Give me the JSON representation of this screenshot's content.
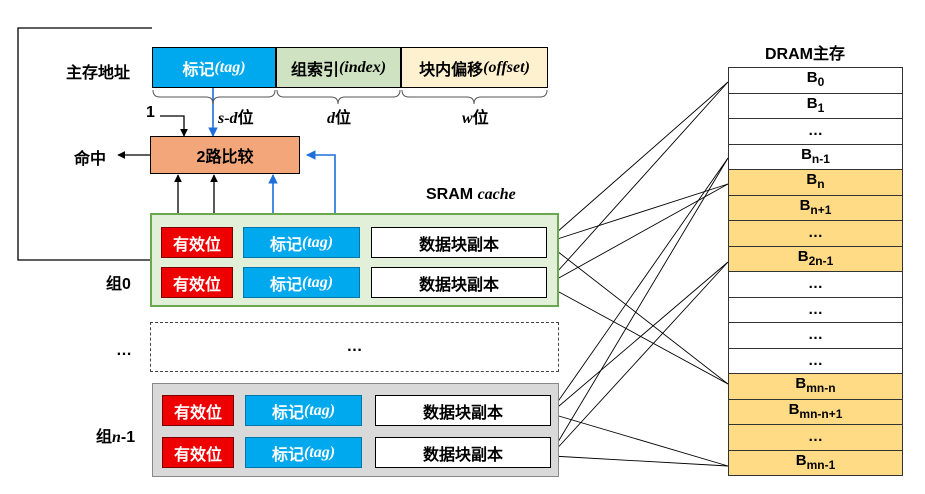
{
  "address": {
    "label": "主存地址",
    "tag_text": "标记 ",
    "tag_var": "(tag)",
    "index_text": "组索引",
    "index_var": "(index)",
    "offset_text": "块内偏移",
    "offset_var": "(offset)",
    "sd_var": "s-d",
    "sd_unit": "位",
    "d_var": "d",
    "d_unit": "位",
    "w_var": "w",
    "w_unit": "位"
  },
  "compare": {
    "input_one": "1",
    "label": "2路比较",
    "hit": "命中"
  },
  "cache": {
    "title": "SRAM ",
    "title_var": "cache",
    "set0_label": "组0",
    "ellipsis_left": "…",
    "ellipsis_mid": "…",
    "setn_label_pre": "组",
    "setn_label_var": "n",
    "setn_label_post": "-1",
    "valid_label": "有效位",
    "tag_label": "标记 ",
    "tag_var": "(tag)",
    "data_label": "数据块副本"
  },
  "dram": {
    "title": "DRAM主存",
    "blocks": [
      {
        "base": "B",
        "sub": "0"
      },
      {
        "base": "B",
        "sub": "1"
      },
      {
        "base": "…",
        "sub": ""
      },
      {
        "base": "B",
        "sub": "n-1"
      },
      {
        "base": "B",
        "sub": "n"
      },
      {
        "base": "B",
        "sub": "n+1"
      },
      {
        "base": "…",
        "sub": ""
      },
      {
        "base": "B",
        "sub": "2n-1"
      },
      {
        "base": "…",
        "sub": ""
      },
      {
        "base": "…",
        "sub": ""
      },
      {
        "base": "…",
        "sub": ""
      },
      {
        "base": "…",
        "sub": ""
      },
      {
        "base": "B",
        "sub": "mn-n"
      },
      {
        "base": "B",
        "sub": "mn-n+1"
      },
      {
        "base": "…",
        "sub": ""
      },
      {
        "base": "B",
        "sub": "mn-1"
      }
    ],
    "colors": {
      "white": "#ffffff",
      "yellow": "#ffdb85"
    }
  }
}
